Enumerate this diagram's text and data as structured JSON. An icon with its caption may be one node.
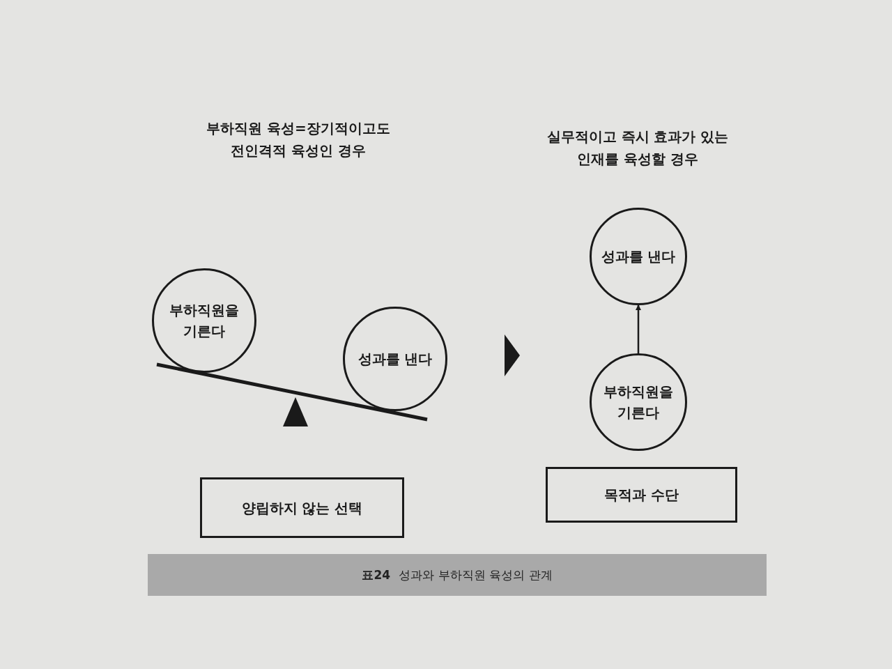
{
  "diagram": {
    "caption": "**표24** 성과와 부하직원 육성의 관계",
    "nodes": [
      {
        "text": [
          "부하직원을 기른다"
        ]
      },
      {
        "text": [
          "성과를 낸다"
        ]
      },
      {
        "text": [
          "양립하지 않는 선택"
        ]
      },
      {
        "text": [
          "성과를 낸다"
        ]
      },
      {
        "text": [
          "부하직원을 기른다"
        ]
      },
      {
        "text": [
          "목적과 수단"
        ]
      }
    ],
    "edges": [
      {
        "from": 4,
        "to": 3,
        "arrow": "to"
      }
    ],
    "labels": [
      "부하직원 육성=장기적이고도 전인격적 육성인 경우",
      "실무적이고 즉시 효과가 있는 인재를 육성할 경우"
    ]
  }
}
